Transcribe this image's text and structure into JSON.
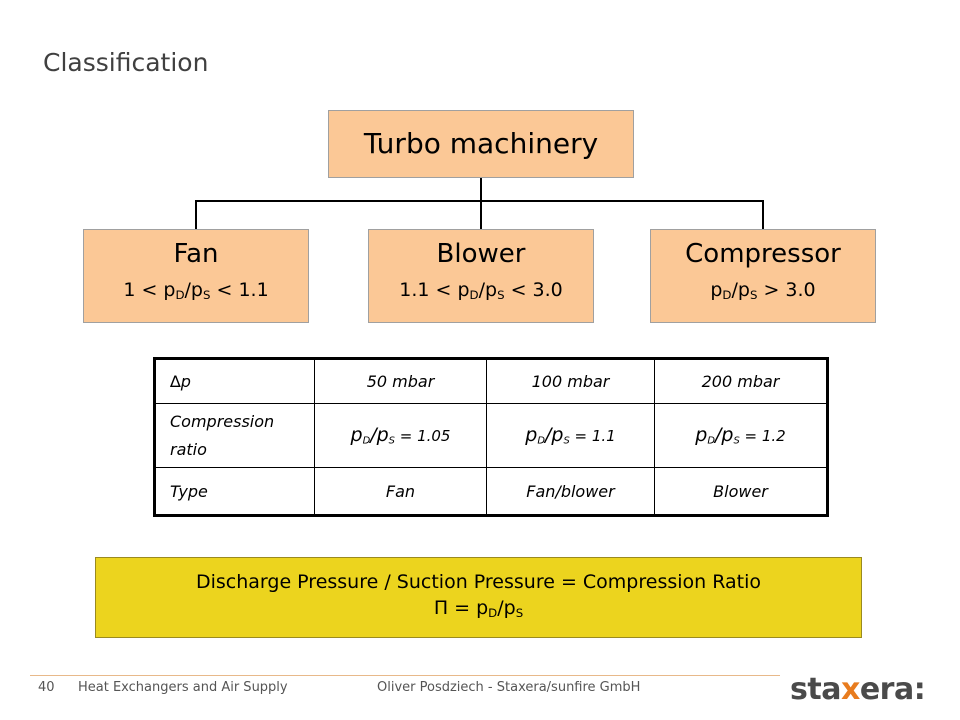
{
  "slide": {
    "title": "Classification",
    "root": {
      "label": "Turbo machinery"
    },
    "children": [
      {
        "label": "Fan",
        "range_pre": "1 < p",
        "range_mid": "/p",
        "range_post": " < 1.1",
        "sub1": "D",
        "sub2": "S"
      },
      {
        "label": "Blower",
        "range_pre": "1.1 < p",
        "range_mid": "/p",
        "range_post": " < 3.0",
        "sub1": "D",
        "sub2": "S"
      },
      {
        "label": "Compressor",
        "range_pre": "p",
        "range_mid": "/p",
        "range_post": " > 3.0",
        "sub1": "D",
        "sub2": "S"
      }
    ],
    "table": {
      "header": [
        "∆p",
        "50 mbar",
        "100 mbar",
        "200 mbar"
      ],
      "row_compression": {
        "label": "Compression ratio",
        "cells": [
          {
            "pD": "p",
            "sD": "D",
            "mid": "/p",
            "sS": "S",
            "val": " = 1.05"
          },
          {
            "pD": "p",
            "sD": "D",
            "mid": "/p",
            "sS": "S",
            "val": " = 1.1"
          },
          {
            "pD": "p",
            "sD": "D",
            "mid": "/p",
            "sS": "S",
            "val": " = 1.2"
          }
        ]
      },
      "row_type": {
        "label": "Type",
        "cells": [
          "Fan",
          "Fan/blower",
          "Blower"
        ]
      }
    },
    "formula": {
      "line1": "Discharge Pressure / Suction Pressure = Compression Ratio",
      "pi": "Π",
      "line2_pre": " = p",
      "sub1": "D",
      "mid": "/p",
      "sub2": "S"
    },
    "footer": {
      "page_number": "40",
      "left": "Heat Exchangers and Air Supply",
      "center": "Oliver Posdziech - Staxera/sunfire GmbH",
      "logo_a": "sta",
      "logo_x": "x",
      "logo_b": "era:"
    }
  }
}
